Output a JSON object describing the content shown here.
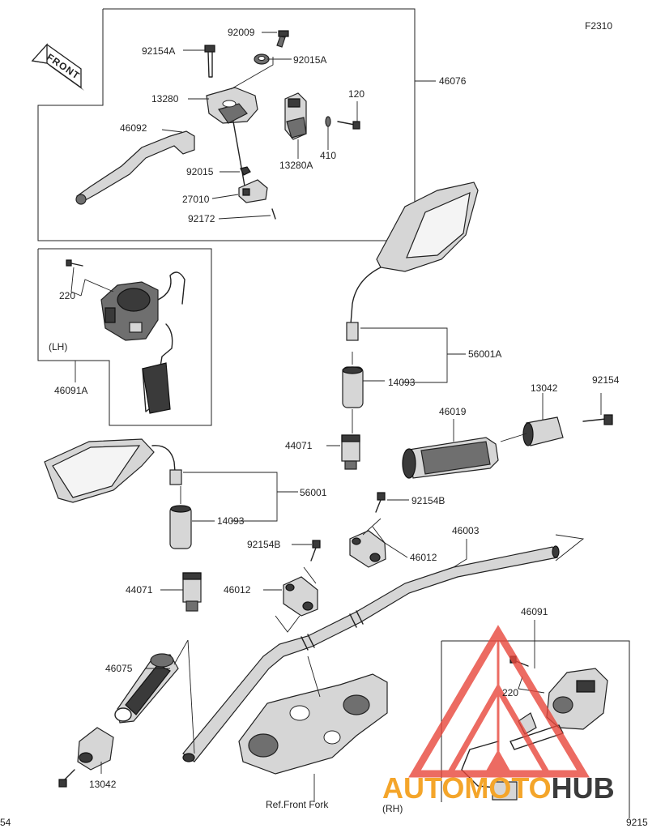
{
  "diagram_code": "F2310",
  "front_label": "FRONT",
  "labels": {
    "p92009": "92009",
    "p92154A": "92154A",
    "p92015A": "92015A",
    "p46076": "46076",
    "p120": "120",
    "p13280": "13280",
    "p46092": "46092",
    "p410": "410",
    "p13280A": "13280A",
    "p92015": "92015",
    "p27010": "27010",
    "p92172": "92172",
    "p220_lh": "220",
    "lh_side": "(LH)",
    "p46091A": "46091A",
    "p56001A": "56001A",
    "p14093_upper": "14093",
    "p13042_upper": "13042",
    "p92154": "92154",
    "p46019": "46019",
    "p44071_upper": "44071",
    "p56001": "56001",
    "p14093_lower": "14093",
    "p92154B_upper": "92154B",
    "p46003": "46003",
    "p92154B_lower": "92154B",
    "p46012_upper": "46012",
    "p44071_lower": "44071",
    "p46012_lower": "46012",
    "p46091": "46091",
    "p46075": "46075",
    "p220_rh": "220",
    "p13042_lower": "13042",
    "ref_front_fork": "Ref.Front Fork",
    "rh_side": "(RH)",
    "edge_left": "54",
    "edge_right": "9215"
  },
  "watermark": {
    "text_orange": "AUTOMOTO",
    "text_dark": "HUB",
    "color_orange": "#f4a52a",
    "color_red": "#e8473c",
    "color_dark": "#3b3b3b"
  }
}
